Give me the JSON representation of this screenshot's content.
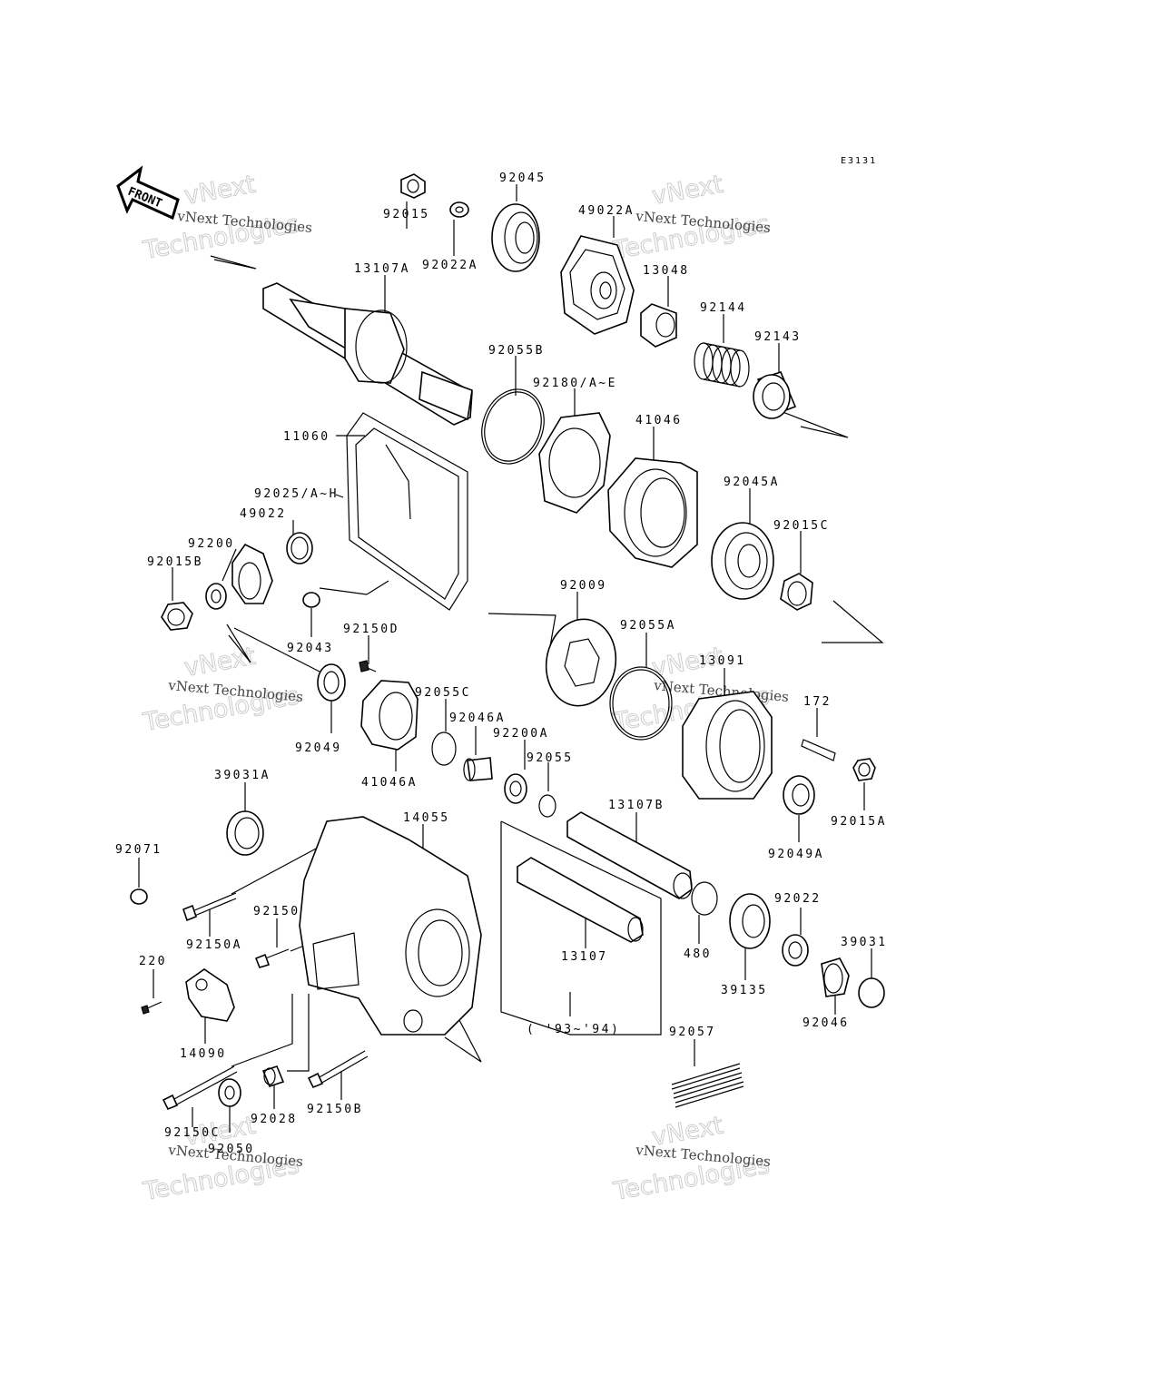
{
  "diagram": {
    "code": "E3131",
    "front_label": "FRONT",
    "note": "( '93~'94)",
    "watermark": {
      "line1": "vNext",
      "line2": "Technologies",
      "small": "vNext Technologies"
    },
    "parts": [
      {
        "id": "p92015",
        "label": "92015"
      },
      {
        "id": "p92022A",
        "label": "92022A"
      },
      {
        "id": "p92045",
        "label": "92045"
      },
      {
        "id": "p49022A",
        "label": "49022A"
      },
      {
        "id": "p13048",
        "label": "13048"
      },
      {
        "id": "p92144",
        "label": "92144"
      },
      {
        "id": "p92143",
        "label": "92143"
      },
      {
        "id": "p13107A",
        "label": "13107A"
      },
      {
        "id": "p92055B",
        "label": "92055B"
      },
      {
        "id": "p92180",
        "label": "92180/A~E"
      },
      {
        "id": "p41046",
        "label": "41046"
      },
      {
        "id": "p11060",
        "label": "11060"
      },
      {
        "id": "p92045A",
        "label": "92045A"
      },
      {
        "id": "p92025",
        "label": "92025/A~H"
      },
      {
        "id": "p49022",
        "label": "49022"
      },
      {
        "id": "p92015C",
        "label": "92015C"
      },
      {
        "id": "p92200",
        "label": "92200"
      },
      {
        "id": "p92015B",
        "label": "92015B"
      },
      {
        "id": "p92009",
        "label": "92009"
      },
      {
        "id": "p92055A",
        "label": "92055A"
      },
      {
        "id": "p92043",
        "label": "92043"
      },
      {
        "id": "p92150D",
        "label": "92150D"
      },
      {
        "id": "p13091",
        "label": "13091"
      },
      {
        "id": "p172",
        "label": "172"
      },
      {
        "id": "p92055C",
        "label": "92055C"
      },
      {
        "id": "p92046A",
        "label": "92046A"
      },
      {
        "id": "p92049",
        "label": "92049"
      },
      {
        "id": "p92200A",
        "label": "92200A"
      },
      {
        "id": "p92055",
        "label": "92055"
      },
      {
        "id": "p41046A",
        "label": "41046A"
      },
      {
        "id": "p92015A",
        "label": "92015A"
      },
      {
        "id": "p39031A",
        "label": "39031A"
      },
      {
        "id": "p14055",
        "label": "14055"
      },
      {
        "id": "p13107B",
        "label": "13107B"
      },
      {
        "id": "p92049A",
        "label": "92049A"
      },
      {
        "id": "p92071",
        "label": "92071"
      },
      {
        "id": "p92022",
        "label": "92022"
      },
      {
        "id": "p92150A",
        "label": "92150A"
      },
      {
        "id": "p92150",
        "label": "92150"
      },
      {
        "id": "p39031",
        "label": "39031"
      },
      {
        "id": "p480",
        "label": "480"
      },
      {
        "id": "p13107",
        "label": "13107"
      },
      {
        "id": "p220",
        "label": "220"
      },
      {
        "id": "p39135",
        "label": "39135"
      },
      {
        "id": "p92046",
        "label": "92046"
      },
      {
        "id": "p14090",
        "label": "14090"
      },
      {
        "id": "p92057",
        "label": "92057"
      },
      {
        "id": "p92028",
        "label": "92028"
      },
      {
        "id": "p92150B",
        "label": "92150B"
      },
      {
        "id": "p92150C",
        "label": "92150C"
      },
      {
        "id": "p92050",
        "label": "92050"
      }
    ]
  }
}
